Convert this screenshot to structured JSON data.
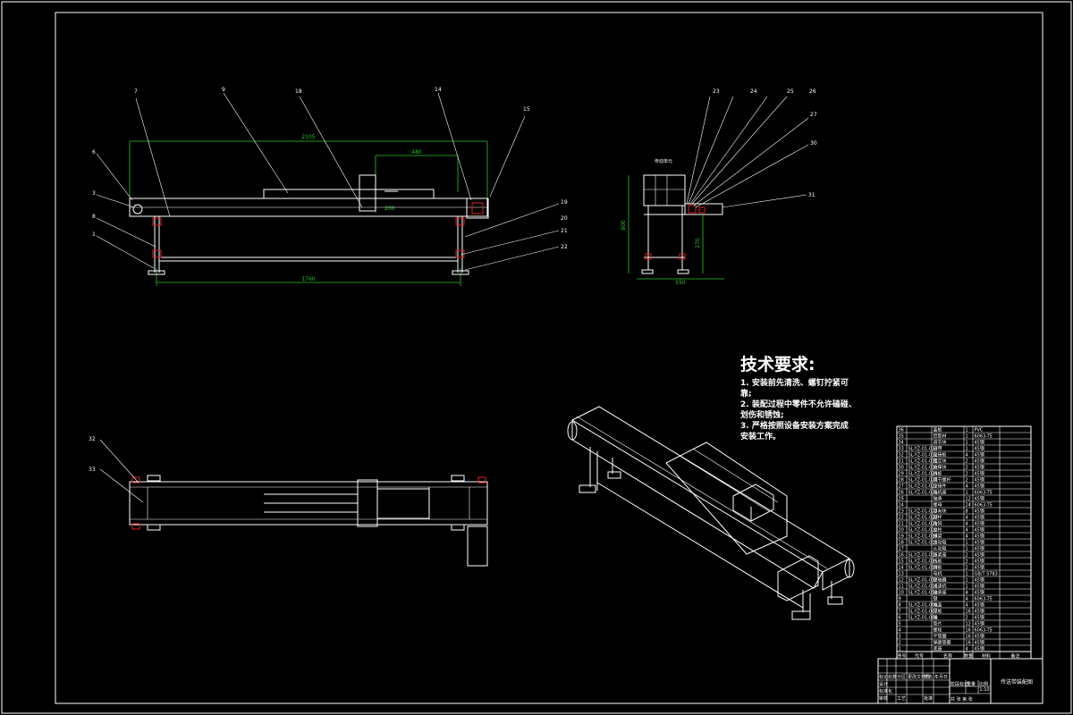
{
  "front_view": {
    "dim_total": "2105",
    "dim_top": "480",
    "dim_bottom": "1760",
    "dim_small": "200"
  },
  "side_view": {
    "section_label": "传动单元",
    "dim_height": "800",
    "dim_width": "550",
    "dim_right": "270"
  },
  "tech_requirements": {
    "title": "技术要求:",
    "lines": [
      "1. 安装前先清洗、螺钉拧紧可",
      "靠;",
      "2. 装配过程中零件不允许磕碰、",
      "划伤和锈蚀;",
      "3. 严格按照设备安装方案完成",
      "安装工作。"
    ]
  },
  "bom": {
    "header": [
      "序号",
      "代号",
      "名称",
      "数量",
      "材料",
      "备注"
    ],
    "rows": [
      [
        "36",
        "",
        "盖板",
        "1",
        "PVC",
        ""
      ],
      [
        "35",
        "",
        "铝型材",
        "1",
        "6063-T5",
        ""
      ],
      [
        "34",
        "",
        "调节块",
        "1",
        "45钢",
        ""
      ],
      [
        "33",
        "SL-YZ-01-033",
        "皮带",
        "1",
        "45钢",
        ""
      ],
      [
        "32",
        "SL-YZ-01-032",
        "连接板",
        "4",
        "45钢",
        ""
      ],
      [
        "31",
        "SL-YZ-01-031",
        "固定块",
        "2",
        "45钢",
        ""
      ],
      [
        "30",
        "SL-YZ-01-030",
        "支撑块",
        "2",
        "45钢",
        ""
      ],
      [
        "29",
        "SL-YZ-01-029",
        "挡板",
        "2",
        "45钢",
        ""
      ],
      [
        "28",
        "SL-YZ-01-028",
        "调节螺杆",
        "2",
        "45钢",
        ""
      ],
      [
        "27",
        "SL-YZ-01-027",
        "连接件",
        "4",
        "45钢",
        ""
      ],
      [
        "26",
        "SL-YZ-01-026",
        "电机座",
        "1",
        "6063-T5",
        ""
      ],
      [
        "25",
        "",
        "轴承",
        "12",
        "45钢",
        ""
      ],
      [
        "24",
        "",
        "螺母",
        "24",
        "6063-T5",
        ""
      ],
      [
        "23",
        "SL-YZ-01-023",
        "导向块",
        "8",
        "45钢",
        ""
      ],
      [
        "22",
        "SL-YZ-01-022",
        "脚杯",
        "4",
        "45钢",
        ""
      ],
      [
        "21",
        "SL-YZ-01-021",
        "角码",
        "4",
        "45钢",
        ""
      ],
      [
        "20",
        "SL-YZ-01-020",
        "立柱",
        "4",
        "45钢",
        ""
      ],
      [
        "19",
        "SL-YZ-01-019",
        "横梁",
        "4",
        "45钢",
        ""
      ],
      [
        "18",
        "SL-YZ-01-018",
        "主动辊",
        "1",
        "45钢",
        ""
      ],
      [
        "17",
        "",
        "从动辊",
        "1",
        "45钢",
        ""
      ],
      [
        "16",
        "SL-YZ-01-016",
        "张紧座",
        "2",
        "45钢",
        ""
      ],
      [
        "15",
        "SL-YZ-01-015",
        "托板",
        "2",
        "45钢",
        ""
      ],
      [
        "14",
        "SL-YZ-01-014",
        "侧板",
        "2",
        "45钢",
        ""
      ],
      [
        "13",
        "",
        "电机",
        "1",
        "GB/T 5783",
        ""
      ],
      [
        "12",
        "SL-YZ-01-012",
        "联轴器",
        "1",
        "45钢",
        ""
      ],
      [
        "11",
        "SL-YZ-01-011",
        "减速机",
        "1",
        "45钢",
        ""
      ],
      [
        "10",
        "SL-YZ-01-010",
        "轴承座",
        "4",
        "45钢",
        ""
      ],
      [
        "9",
        "",
        "键",
        "4",
        "6063-T5",
        ""
      ],
      [
        "8",
        "SL-YZ-01-008",
        "端盖",
        "4",
        "45钢",
        ""
      ],
      [
        "7",
        "SL-YZ-01-007",
        "压板",
        "16",
        "45钢",
        ""
      ],
      [
        "6",
        "SL-YZ-01-006",
        "轴",
        "2",
        "45钢",
        ""
      ],
      [
        "5",
        "",
        "垫片",
        "12",
        "45钢",
        ""
      ],
      [
        "4",
        "",
        "螺栓",
        "16",
        "6063-T5",
        ""
      ],
      [
        "3",
        "",
        "平垫圈",
        "16",
        "45钢",
        ""
      ],
      [
        "2",
        "",
        "弹簧垫圈",
        "16",
        "45钢",
        ""
      ],
      [
        "1",
        "",
        "底座",
        "4",
        "45钢",
        ""
      ]
    ]
  },
  "title_block": {
    "drawing_title": "传送带装配图",
    "scale": "1:10",
    "labels": [
      "标记",
      "处数",
      "分区",
      "更改文件号",
      "签名",
      "年月日",
      "设计",
      "标准化",
      "审核",
      "工艺",
      "批准",
      "阶段标记",
      "重量",
      "比例",
      "共 张 第 张"
    ]
  },
  "balloons": {
    "front": [
      "7",
      "6",
      "3",
      "8",
      "1",
      "9",
      "18",
      "14",
      "15",
      "19",
      "20",
      "21",
      "22"
    ],
    "side": [
      "23",
      "24",
      "25",
      "26",
      "27",
      "30",
      "31"
    ],
    "top": [
      "32",
      "33"
    ]
  }
}
